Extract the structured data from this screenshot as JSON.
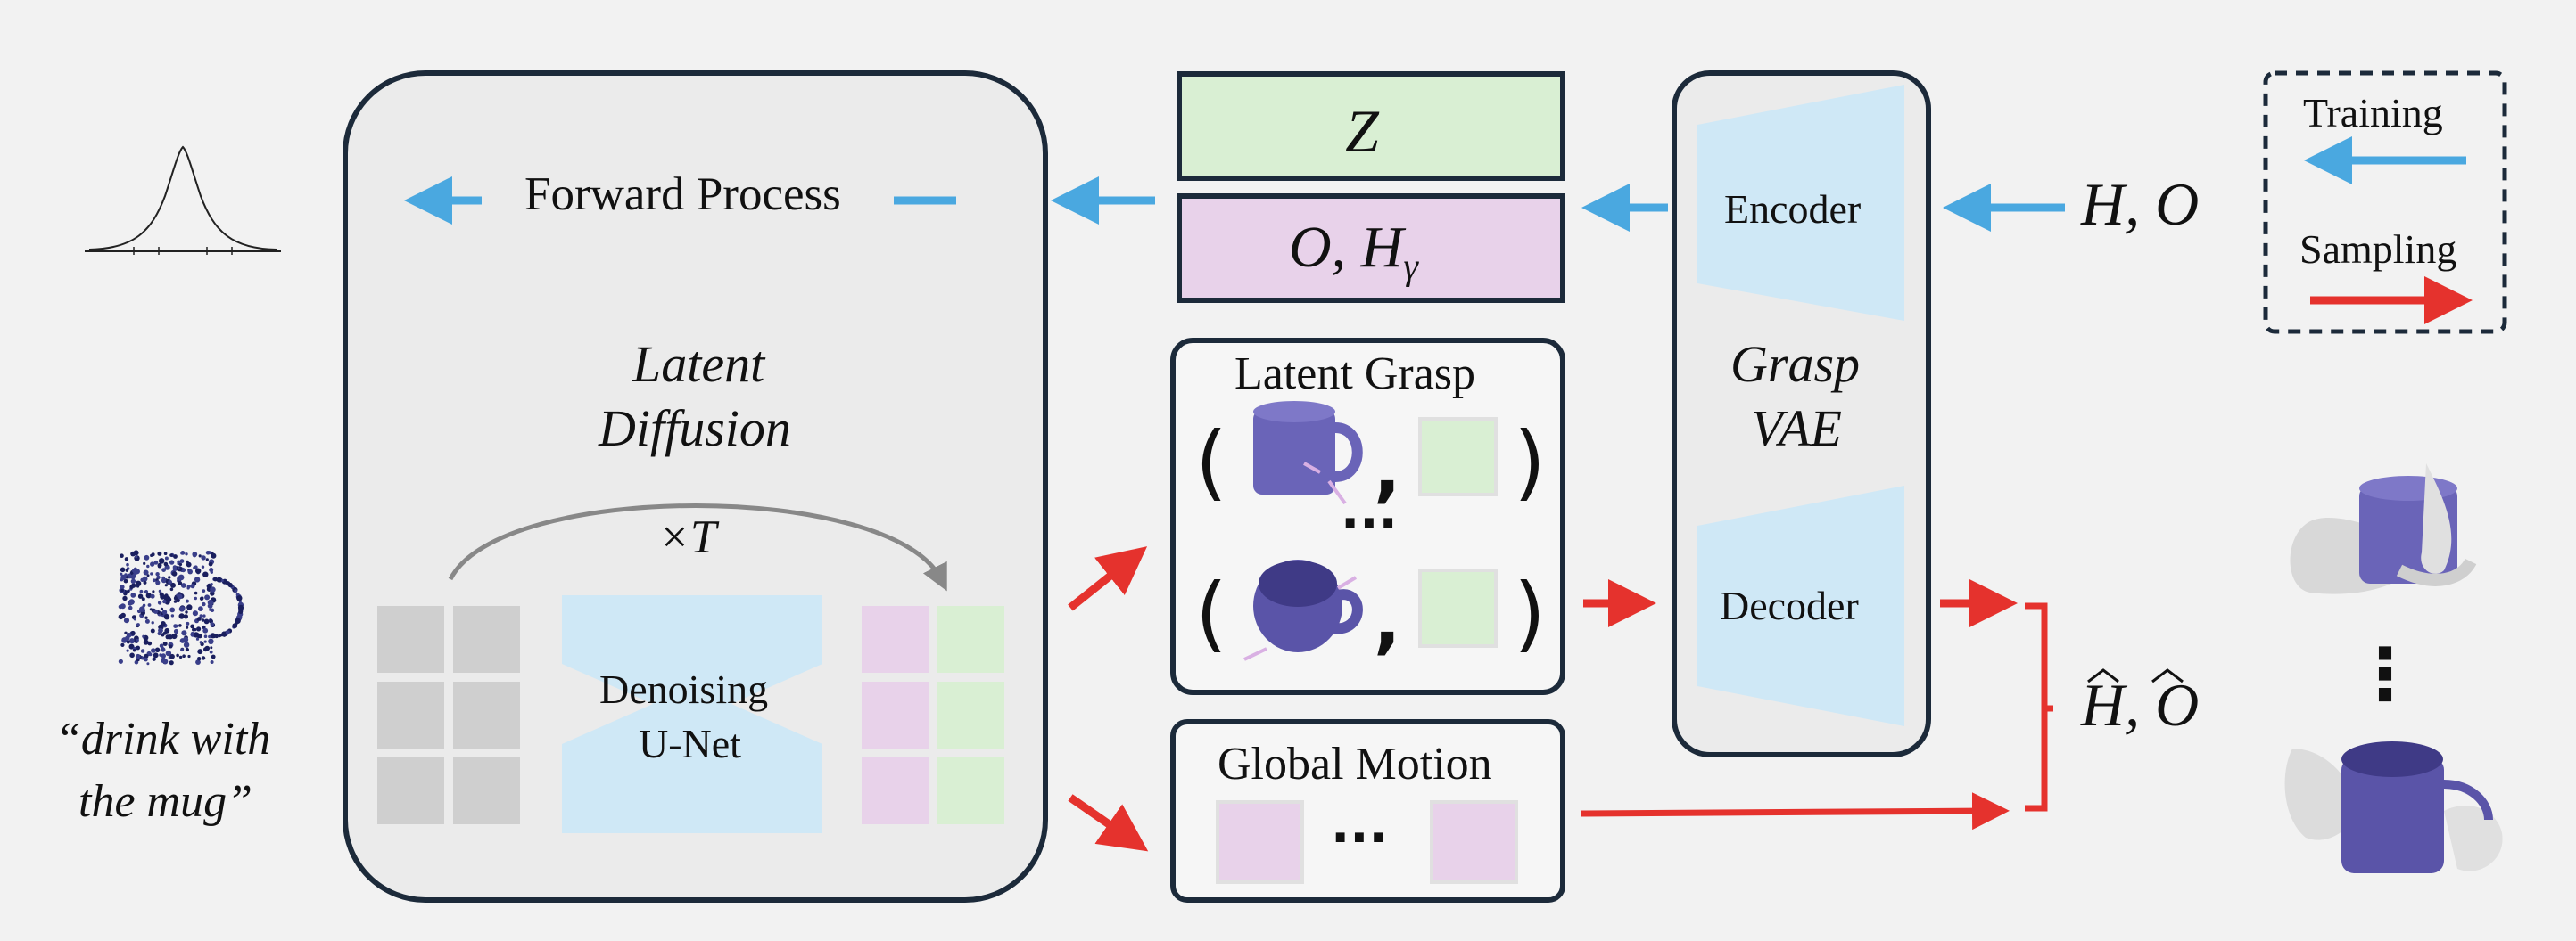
{
  "latent_diffusion": {
    "forward_process": "Forward Process",
    "title_line1": "Latent",
    "title_line2": "Diffusion",
    "iterations": "×T",
    "unet_line1": "Denoising",
    "unet_line2": "U-Net"
  },
  "condition_text": {
    "line1": "“drink with",
    "line2": "the mug”"
  },
  "latents": {
    "z": "Z",
    "o_h": "O, H",
    "o_h_sub": "γ",
    "latent_grasp_title": "Latent Grasp",
    "ellipsis": "···",
    "global_motion_title": "Global Motion",
    "open_paren": "(",
    "close_paren": ")",
    "comma": ","
  },
  "vae": {
    "encoder": "Encoder",
    "decoder": "Decoder",
    "title_line1": "Grasp",
    "title_line2": "VAE"
  },
  "inputs": {
    "h_o": "H, O"
  },
  "outputs": {
    "h_o_hat": "H, O",
    "dots": "⋮"
  },
  "legend": {
    "training": "Training",
    "sampling": "Sampling"
  },
  "colors": {
    "training_arrow": "#4aa8e0",
    "sampling_arrow": "#e5322d",
    "latent_green": "#d9efd3",
    "latent_pink": "#e8d2ea",
    "unet_blue": "#cfe8f6",
    "panel_border": "#1c2a3a",
    "mug": "#6a64b8"
  }
}
